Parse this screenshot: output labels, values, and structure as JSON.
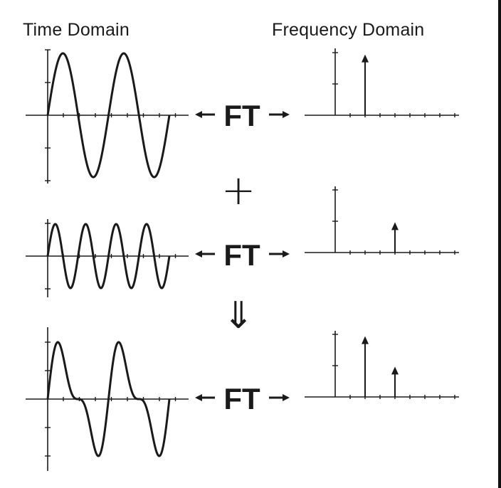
{
  "headings": {
    "time": "Time Domain",
    "frequency": "Frequency Domain"
  },
  "operators": {
    "ft": "FT",
    "plus": "+",
    "result": "⇓"
  },
  "chart_data": [
    {
      "type": "line",
      "panel": "time-domain-1",
      "series": [
        {
          "function": "sin",
          "cycles": 2,
          "amplitude": 1.0
        }
      ]
    },
    {
      "type": "bar",
      "panel": "frequency-domain-1",
      "impulses": [
        {
          "bin": 2,
          "amplitude": 1.0
        }
      ]
    },
    {
      "type": "line",
      "panel": "time-domain-2",
      "series": [
        {
          "function": "sin",
          "cycles": 4,
          "amplitude": 0.5
        }
      ]
    },
    {
      "type": "bar",
      "panel": "frequency-domain-2",
      "impulses": [
        {
          "bin": 4,
          "amplitude": 0.5
        }
      ]
    },
    {
      "type": "line",
      "panel": "time-domain-sum",
      "series": [
        {
          "function": "sum",
          "components": [
            {
              "cycles": 2,
              "amplitude": 1.0
            },
            {
              "cycles": 4,
              "amplitude": 0.5
            }
          ]
        }
      ]
    },
    {
      "type": "bar",
      "panel": "frequency-domain-sum",
      "impulses": [
        {
          "bin": 2,
          "amplitude": 1.0
        },
        {
          "bin": 4,
          "amplitude": 0.5
        }
      ]
    }
  ]
}
